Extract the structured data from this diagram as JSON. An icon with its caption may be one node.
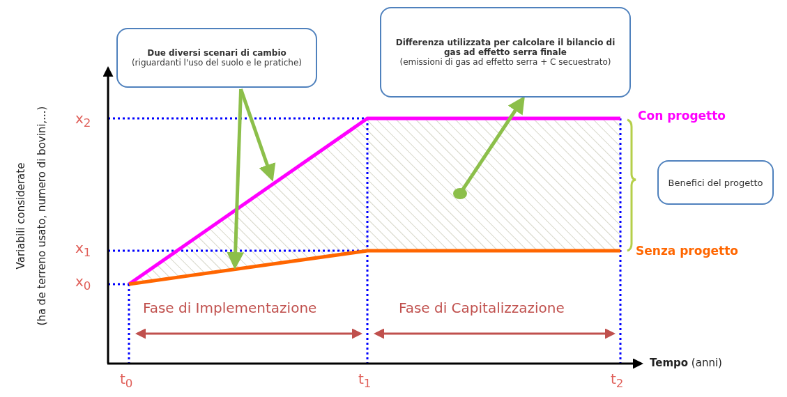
{
  "diagram": {
    "nodes": [
      {
        "text": [
          "Due diversi scenari di cambio",
          "(riguardanti l'uso del suolo e le pratiche)"
        ]
      },
      {
        "text": [
          "Differenza utilizzata per calcolare il bilancio di gas ad effetto serra finale",
          "(emissioni di gas ad effetto serra + C secuestrato)"
        ]
      },
      {
        "text": [
          "Benefici del progetto"
        ]
      }
    ],
    "edges": [
      {
        "from": 0,
        "to": null,
        "arrow": "to"
      },
      {
        "from": 0,
        "to": null,
        "arrow": "to"
      },
      {
        "from": null,
        "to": 1,
        "arrow": "to"
      }
    ],
    "labels": [
      "x$_{2}$",
      "Con progetto",
      "x$_{1}$",
      "Senza progetto",
      "x$_{0}$",
      "Variabili considerate",
      "(ha de terreno usato, numero di bovini,...)",
      "Fase di Implementazione",
      "Fase di Capitalizzazione",
      "**Tempo** (anni)",
      "t$_{0}$",
      "t$_{1}$",
      "t$_{2}$"
    ]
  }
}
